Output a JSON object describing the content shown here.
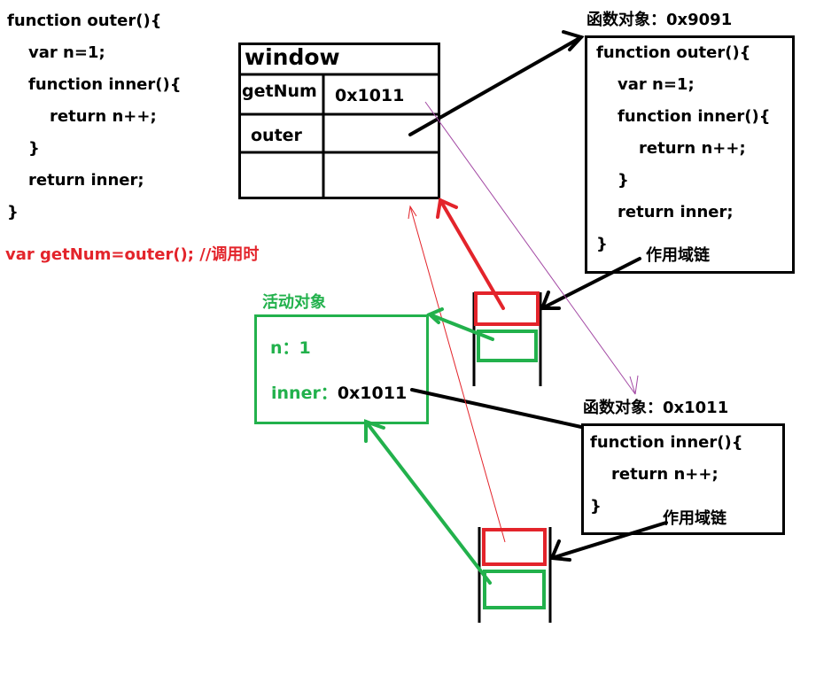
{
  "left_code": {
    "lines": [
      "function outer(){",
      "var n=1;",
      "function inner(){",
      "return n++;",
      "}",
      "return inner;",
      "}"
    ],
    "call_var": "var",
    "call_rest": "getNum=outer(); //调用时"
  },
  "window_table": {
    "title": "window",
    "row1_key": "getNum",
    "row1_value": "0x1011",
    "row2_key": "outer"
  },
  "outer_function": {
    "label": "函数对象：0x9091",
    "lines": [
      "function outer(){",
      "var n=1;",
      "function inner(){",
      "return n++;",
      "}",
      "return inner;",
      "}"
    ],
    "scope_label": "作用域链"
  },
  "activation_object": {
    "title": "活动对象",
    "n_label": "n：",
    "n_value": "1",
    "inner_label": "inner：",
    "inner_value": "0x1011"
  },
  "inner_function": {
    "label": "函数对象：0x1011",
    "lines": [
      "function inner(){",
      "return n++;",
      "}"
    ],
    "scope_label": "作用域链"
  },
  "colors": {
    "red": "#e3242b",
    "green": "#22b14c",
    "purple": "#a349a4",
    "black": "#000000"
  }
}
